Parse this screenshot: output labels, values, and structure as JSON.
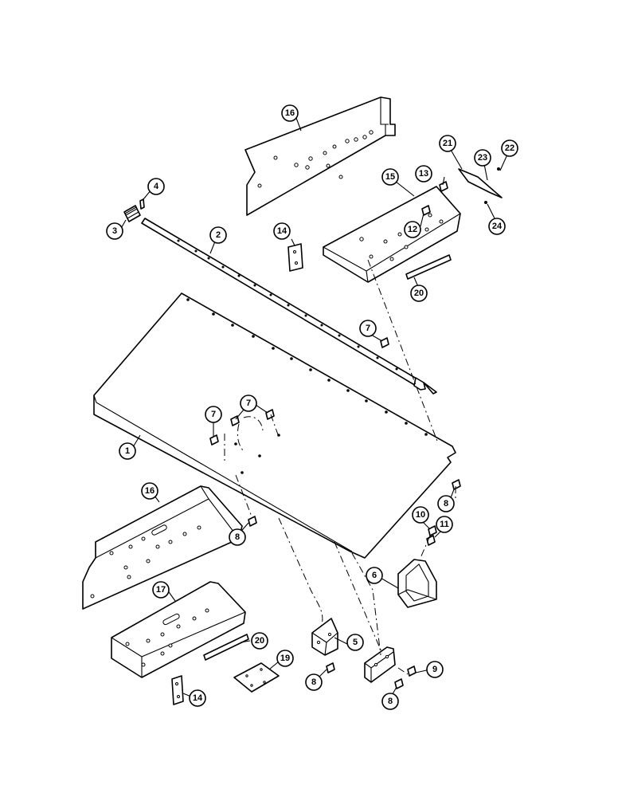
{
  "callouts": {
    "c1": "1",
    "c2": "2",
    "c3": "3",
    "c4": "4",
    "c5": "5",
    "c6": "6",
    "c7a": "7",
    "c7b": "7",
    "c7c": "7",
    "c8a": "8",
    "c8b": "8",
    "c8c": "8",
    "c8d": "8",
    "c9": "9",
    "c10": "10",
    "c11": "11",
    "c12": "12",
    "c13": "13",
    "c14a": "14",
    "c14b": "14",
    "c15": "15",
    "c16a": "16",
    "c16b": "16",
    "c17": "17",
    "c19": "19",
    "c20a": "20",
    "c20b": "20",
    "c21": "21",
    "c22": "22",
    "c23": "23",
    "c24": "24"
  }
}
